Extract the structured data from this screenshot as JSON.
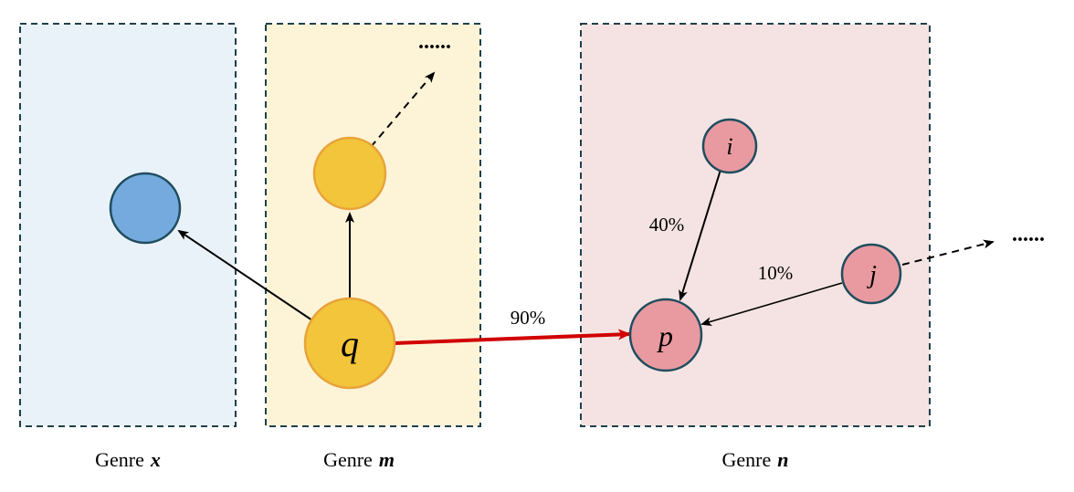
{
  "colors": {
    "genre_x_fill": "#EAF2F9",
    "genre_m_fill": "#FDF4D8",
    "genre_n_fill": "#F4E3E2",
    "box_border": "#1F3F4A",
    "blue_node": "#74AADD",
    "yellow_node": "#F2C53A",
    "yellow_node_border": "#E8A33A",
    "pink_node": "#E99AA0",
    "node_border": "#1F4D5E",
    "red_edge": "#D10000",
    "black_edge": "#000000"
  },
  "genres": [
    {
      "label_prefix": "Genre",
      "label_var": "x"
    },
    {
      "label_prefix": "Genre",
      "label_var": "m"
    },
    {
      "label_prefix": "Genre",
      "label_var": "n"
    }
  ],
  "nodes": {
    "q": "q",
    "p": "p",
    "i": "i",
    "j": "j"
  },
  "edge_labels": {
    "q_to_p": "90%",
    "i_to_p": "40%",
    "j_to_p": "10%"
  },
  "ellipsis": {
    "genre_m_top": "......",
    "right_outside": "......"
  }
}
